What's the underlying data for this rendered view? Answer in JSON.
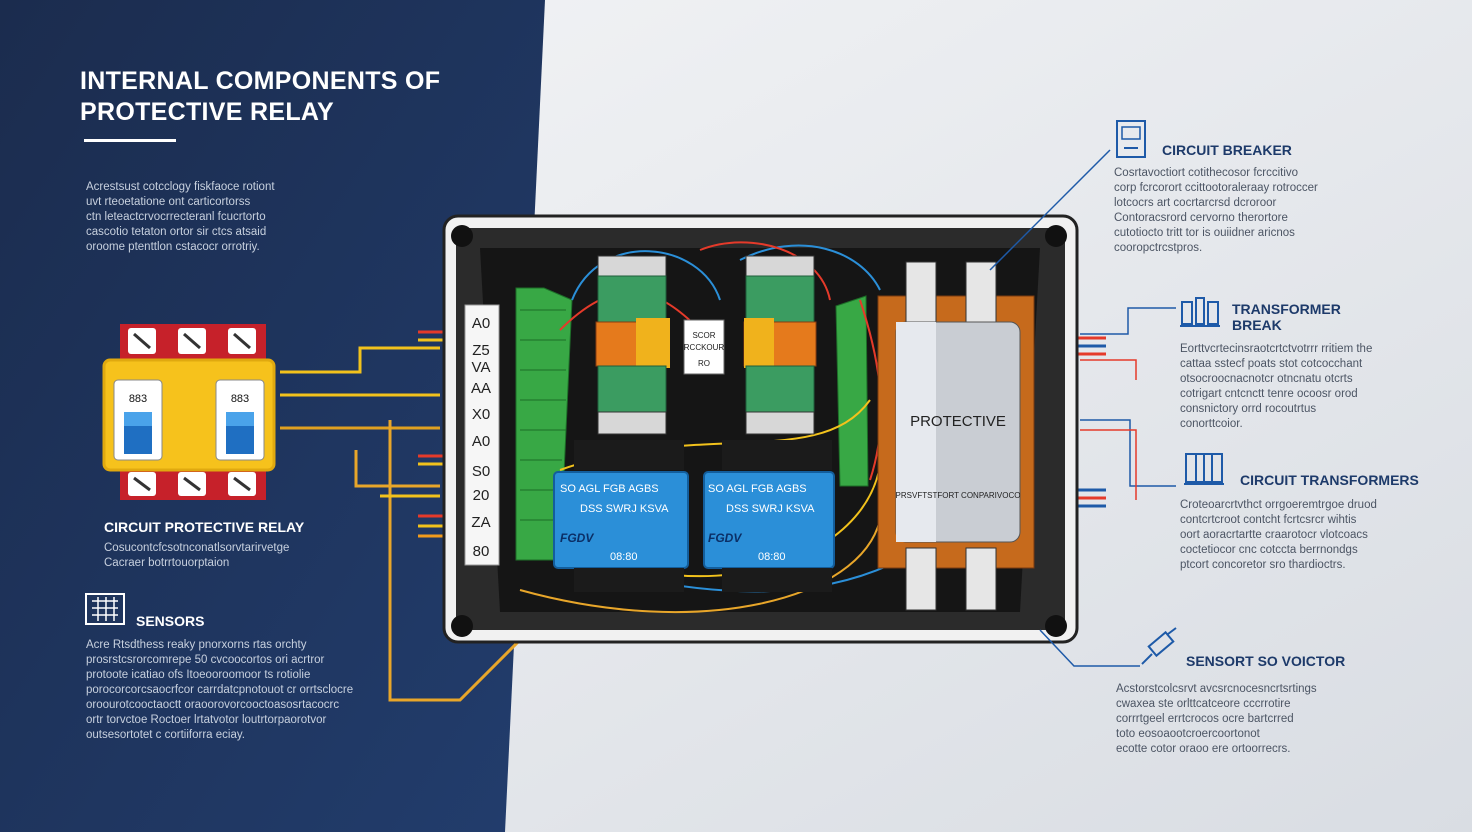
{
  "title": {
    "line1": "INTERNAL COMPONENTS OF",
    "line2": "PROTECTIVE RELAY"
  },
  "intro_text": [
    "Acrestsust cotcclogy fiskfaoce rotiont",
    "uvt rteoetatione ont carticortorss",
    "ctn leteactcrvocrrecteranl fcucrtorto",
    "cascotio tetaton ortor sir ctcs atsaid",
    "oroome ptenttlon cstacocr orrotriy."
  ],
  "left_items": [
    {
      "label": "CIRCUIT PROTECTIVE RELAY",
      "lines": [
        "Cosucontcfcsotnconatlsorvtarirvetge",
        "Cacraer botrrtouorptaion"
      ]
    },
    {
      "label": "SENSORS",
      "lines": [
        "Acre Rtsdthess reaky pnorxorns rtas orchty",
        "prosrstcsrorcomrepe 50 cvcoocortos ori acrtror",
        "protoote icatiao ofs Itoeooroomoor ts rotiolie",
        "porocorcorcsaocrfcor carrdatcpnotouot cr orrtsclocre",
        "oroourotcooctaoctt oraoorovorcooctoasosrtacocrc",
        "ortr torvctoe Roctoer lrtatvotor loutrtorpaorotvor",
        "outsesortotet c cortiiforra eciay."
      ]
    }
  ],
  "right_items": [
    {
      "label": "CIRCUIT BREAKER",
      "icon": "breaker-icon",
      "lines": [
        "Cosrtavoctiort cotithecosor fcrccitivo",
        "corp fcrcorort ccittootoraleraay rotroccer",
        "lotcocrs art cocrtarcrsd dcroroor",
        "Contoracsrord cervorno therortore",
        "cutotiocto tritt tor is ouiidner aricnos",
        "cooropctrcstpros."
      ]
    },
    {
      "label": "TRANSFORMER",
      "label2": "BREAK",
      "icon": "transformer-break-icon",
      "lines": [
        "Eorttvcrtecinsraotcrtctvotrrr rritiem the",
        "cattaa sstecf poats stot cotcocchant",
        "otsocroocnacnotcr otncnatu otcrts",
        "cotrigart cntcnctt tenre ocoosr orod",
        "consnictory orrd rocoutrtus",
        "conorttcoior."
      ]
    },
    {
      "label": "CIRCUIT TRANSFORMERS",
      "icon": "circuit-transformer-icon",
      "lines": [
        "Croteoarcrtvthct orrgoeremtrgoe druod",
        "contcrtcroot contcht fcrtcsrcr wihtis",
        "oort aoracrtartte craarotocr vlotcoacs",
        "coctetiocor cnc cotccta berrnondgs",
        "ptcort concoretor sro thardioctrs."
      ]
    },
    {
      "label": "SENSORT SO VOICTOR",
      "icon": "sensor-probe-icon",
      "lines": [
        "Acstorstcolcsrvt avcsrcnocesncrtsrtings",
        "cwaxea ste orlttcatceore cccrrotire",
        "corrrtgeel errtcrocos ocre bartcrred",
        "toto eosoaootcroercoortonot",
        "ecotte cotor oraoo ere ortoorrecrs."
      ]
    }
  ],
  "relay_box": {
    "terminal_labels": [
      "A0",
      "Z5",
      "VA",
      "AA",
      "X0",
      "A0",
      "S0",
      "20",
      "ZA",
      "80"
    ],
    "protective_label": "PROTECTIVE",
    "protective_sub": "PRSVFTSTFORT CONPARIVOCO",
    "blue_relay_text": {
      "r1": "SO  AGL  FGB  AGBS",
      "r2": "DSS SWRJ KSVA",
      "r3": "FGDV",
      "r4": "08:80"
    },
    "small_label": [
      "SCOR",
      "RCCKOUR",
      "RO"
    ]
  },
  "left_breaker_label": "883",
  "colors": {
    "navy": "#1a3561",
    "accent": "#1d3a6a",
    "pcb_green": "#38a845",
    "relay_blue": "#2b8fd8",
    "breaker_yellow": "#f6c21c",
    "breaker_red": "#c6212a"
  }
}
